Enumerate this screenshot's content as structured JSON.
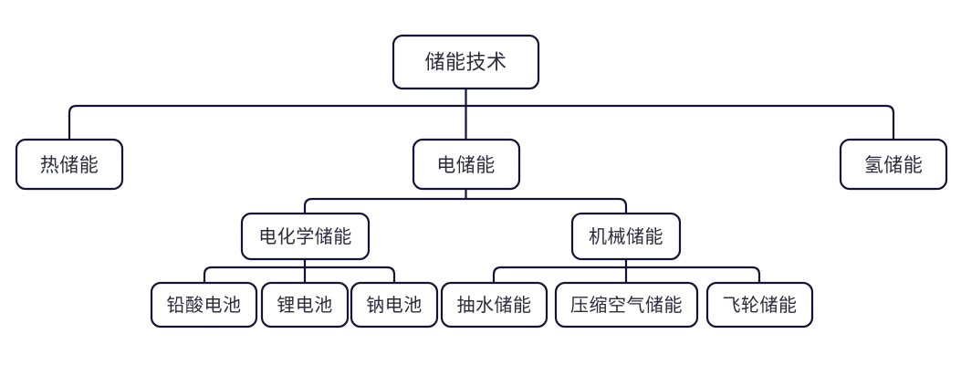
{
  "diagram": {
    "type": "tree",
    "title": "储能技术",
    "orientation": "top-down",
    "colors": {
      "background": "#ffffff",
      "node_fill": "#ffffff",
      "node_stroke": "#131335",
      "text": "#2b2b3d",
      "connector": "#131335"
    },
    "nodes": {
      "root": {
        "label": "储能技术",
        "level": 0
      },
      "thermal": {
        "label": "热储能",
        "level": 1
      },
      "electric": {
        "label": "电储能",
        "level": 1
      },
      "hydrogen": {
        "label": "氢储能",
        "level": 1
      },
      "electrochemical": {
        "label": "电化学储能",
        "level": 2
      },
      "mechanical": {
        "label": "机械储能",
        "level": 2
      },
      "lead_acid": {
        "label": "铅酸电池",
        "level": 3
      },
      "lithium": {
        "label": "锂电池",
        "level": 3
      },
      "sodium": {
        "label": "钠电池",
        "level": 3
      },
      "pumped_hydro": {
        "label": "抽水储能",
        "level": 3
      },
      "compressed_air": {
        "label": "压缩空气储能",
        "level": 3
      },
      "flywheel": {
        "label": "飞轮储能",
        "level": 3
      }
    },
    "edges": [
      {
        "from": "root",
        "to": "thermal"
      },
      {
        "from": "root",
        "to": "electric"
      },
      {
        "from": "root",
        "to": "hydrogen"
      },
      {
        "from": "electric",
        "to": "electrochemical"
      },
      {
        "from": "electric",
        "to": "mechanical"
      },
      {
        "from": "electrochemical",
        "to": "lead_acid"
      },
      {
        "from": "electrochemical",
        "to": "lithium"
      },
      {
        "from": "electrochemical",
        "to": "sodium"
      },
      {
        "from": "mechanical",
        "to": "pumped_hydro"
      },
      {
        "from": "mechanical",
        "to": "compressed_air"
      },
      {
        "from": "mechanical",
        "to": "flywheel"
      }
    ]
  }
}
